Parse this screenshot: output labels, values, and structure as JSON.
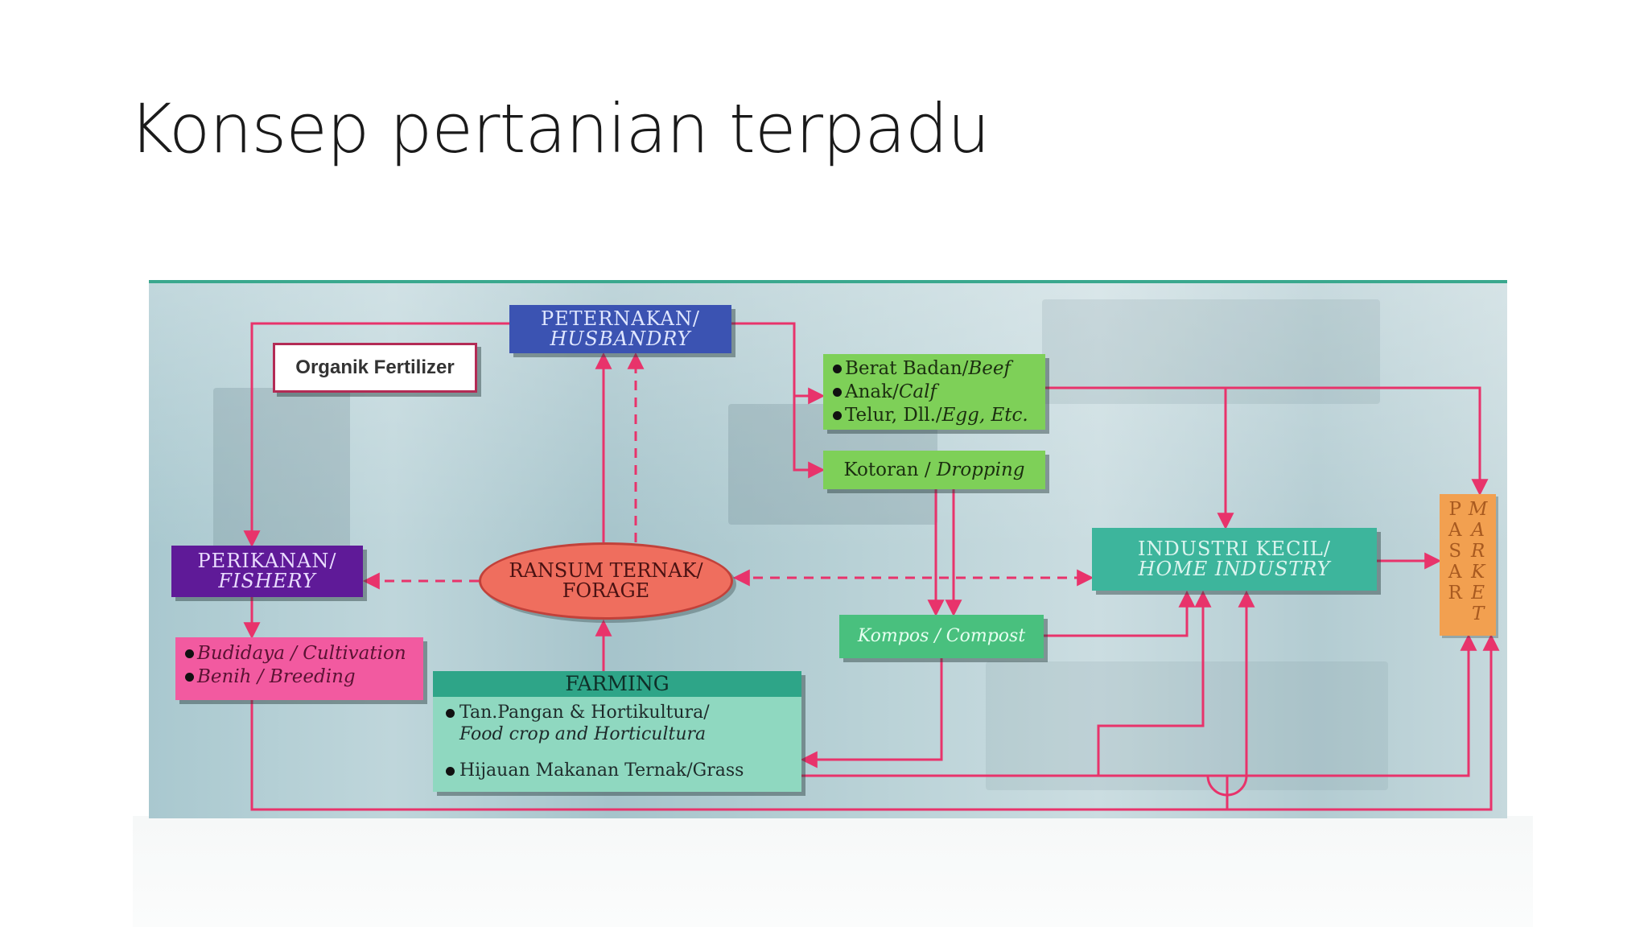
{
  "slide": {
    "title": "Konsep pertanian terpadu"
  },
  "diagram": {
    "accent_color": "#e8336b",
    "nodes": {
      "husbandry": {
        "line1": "PETERNAKAN/",
        "line2": "HUSBANDRY"
      },
      "fertilizer": {
        "label": "Organik Fertilizer"
      },
      "products": {
        "items": [
          {
            "id": "Berat Badan/",
            "en": "Beef"
          },
          {
            "id": "Anak/",
            "en": "Calf"
          },
          {
            "id": "Telur, Dll./",
            "en": "Egg, Etc."
          }
        ]
      },
      "dropping": {
        "id": "Kotoran",
        "sep": " / ",
        "en": "Dropping"
      },
      "fishery": {
        "line1": "PERIKANAN/",
        "line2": "FISHERY"
      },
      "forage": {
        "line1": "RANSUM TERNAK/",
        "line2": "FORAGE"
      },
      "home_industry": {
        "line1": "INDUSTRI KECIL/",
        "line2": "HOME INDUSTRY"
      },
      "market": {
        "col1": [
          "P",
          "A",
          "S",
          "A",
          "R"
        ],
        "col2": [
          "M",
          "A",
          "R",
          "K",
          "E",
          "T"
        ]
      },
      "compost": {
        "label": "Kompos / Compost"
      },
      "cultivation": {
        "items": [
          "Budidaya / Cultivation",
          "Benih / Breeding"
        ]
      },
      "farming": {
        "title": "FARMING",
        "item1_line1": "Tan.Pangan & Hortikultura/",
        "item1_line2": "Food crop and Horticultura",
        "item2": "Hijauan Makanan Ternak/Grass"
      }
    }
  }
}
